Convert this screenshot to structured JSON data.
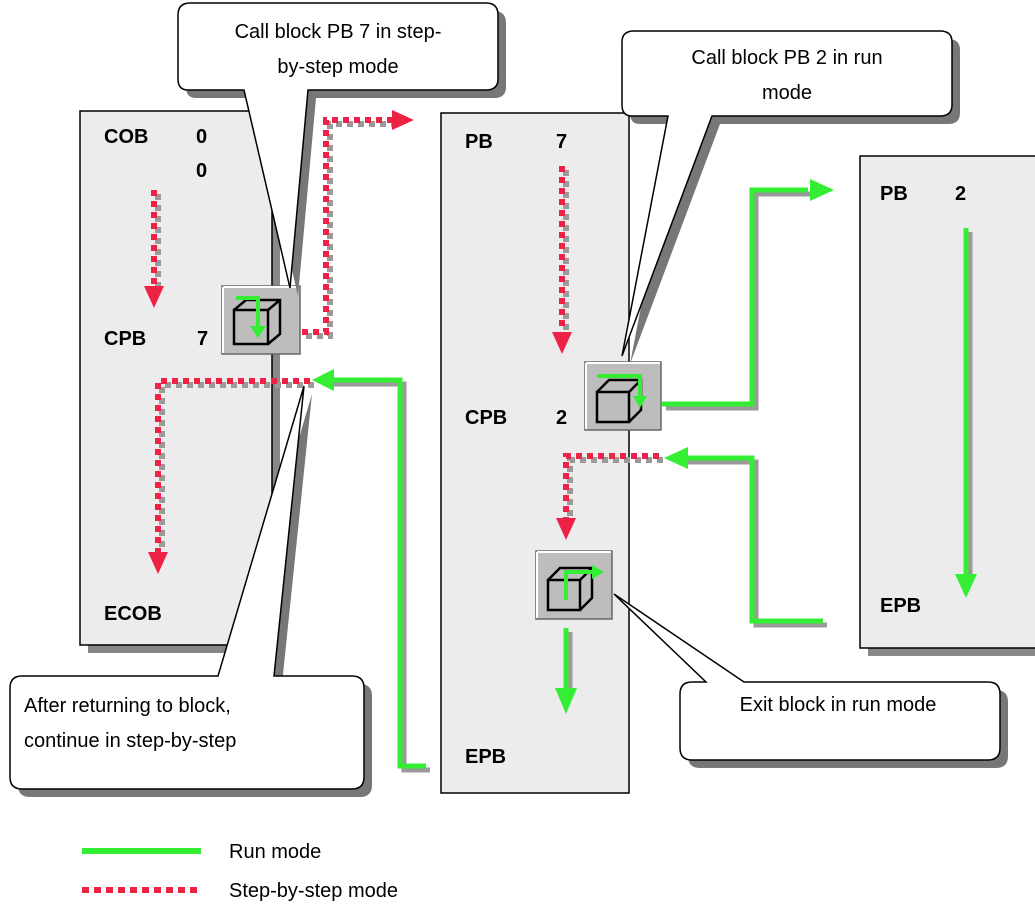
{
  "colors": {
    "run_mode": "#33ee33",
    "step_mode": "#ee2244",
    "panel_fill": "#ececec",
    "shadow": "#888888"
  },
  "blocks": {
    "cob": {
      "name": "COB",
      "number_a": "0",
      "number_b": "0",
      "call_label": "CPB",
      "call_number": "7",
      "end_label": "ECOB"
    },
    "pb7": {
      "name": "PB",
      "number": "7",
      "call_label": "CPB",
      "call_number": "2",
      "end_label": "EPB"
    },
    "pb2": {
      "name": "PB",
      "number": "2",
      "end_label": "EPB"
    }
  },
  "callouts": {
    "call_pb7": {
      "line1": "Call block PB 7 in step-",
      "line2": "by-step mode"
    },
    "call_pb2": {
      "line1": "Call block PB 2 in run",
      "line2": "mode"
    },
    "after_return": {
      "line1": "After returning to block,",
      "line2": "continue in step-by-step"
    },
    "exit_block": {
      "line1": "Exit block in run mode"
    }
  },
  "legend": {
    "run_mode": "Run mode",
    "step_mode": "Step-by-step mode"
  },
  "icons": {
    "call_step": "call-block-step-icon",
    "call_run": "call-block-run-icon",
    "exit_run": "exit-block-icon"
  }
}
